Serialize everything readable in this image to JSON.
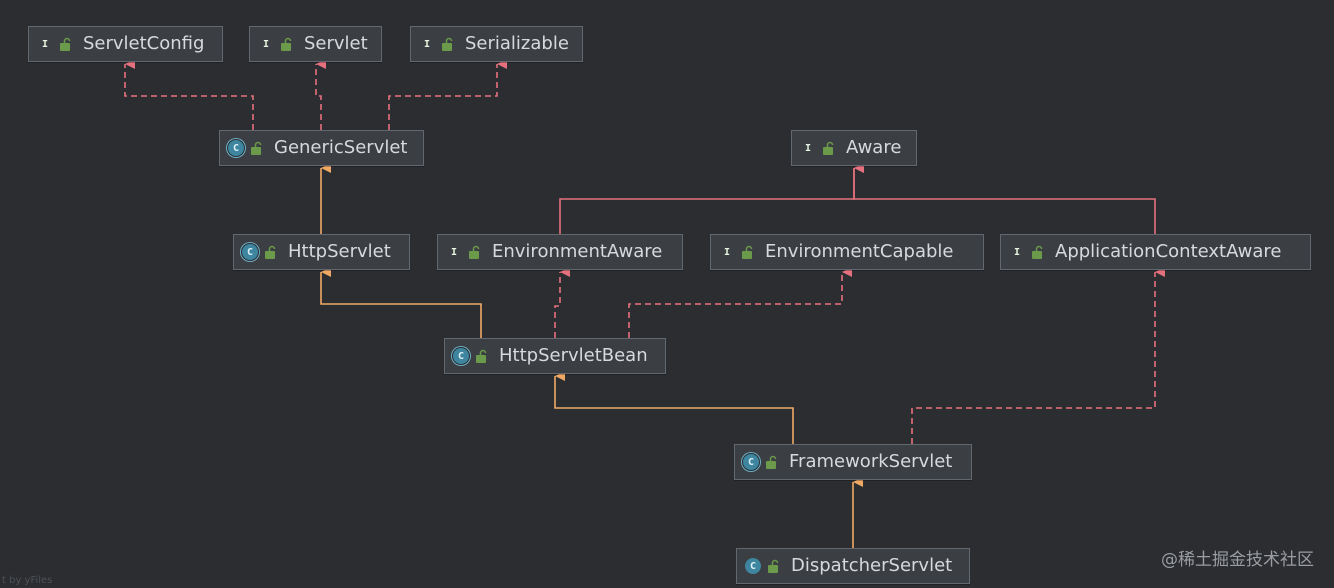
{
  "nodes": [
    {
      "id": "servletconfig",
      "label": "ServletConfig",
      "kind": "interface",
      "kind_letter": "I"
    },
    {
      "id": "servlet",
      "label": "Servlet",
      "kind": "interface",
      "kind_letter": "I"
    },
    {
      "id": "serializable",
      "label": "Serializable",
      "kind": "interface",
      "kind_letter": "I"
    },
    {
      "id": "genericservlet",
      "label": "GenericServlet",
      "kind": "abstract-class",
      "kind_letter": "C"
    },
    {
      "id": "aware",
      "label": "Aware",
      "kind": "interface",
      "kind_letter": "I"
    },
    {
      "id": "httpservlet",
      "label": "HttpServlet",
      "kind": "abstract-class",
      "kind_letter": "C"
    },
    {
      "id": "environmentaware",
      "label": "EnvironmentAware",
      "kind": "interface",
      "kind_letter": "I"
    },
    {
      "id": "environmentcapable",
      "label": "EnvironmentCapable",
      "kind": "interface",
      "kind_letter": "I"
    },
    {
      "id": "applicationcontextaware",
      "label": "ApplicationContextAware",
      "kind": "interface",
      "kind_letter": "I"
    },
    {
      "id": "httpservletbean",
      "label": "HttpServletBean",
      "kind": "abstract-class",
      "kind_letter": "C"
    },
    {
      "id": "frameworkservlet",
      "label": "FrameworkServlet",
      "kind": "abstract-class",
      "kind_letter": "C"
    },
    {
      "id": "dispatcherservlet",
      "label": "DispatcherServlet",
      "kind": "class",
      "kind_letter": "C"
    }
  ],
  "edges": [
    {
      "from": "genericservlet",
      "to": "servletconfig",
      "type": "implements"
    },
    {
      "from": "genericservlet",
      "to": "servlet",
      "type": "implements"
    },
    {
      "from": "genericservlet",
      "to": "serializable",
      "type": "implements"
    },
    {
      "from": "httpservlet",
      "to": "genericservlet",
      "type": "extends"
    },
    {
      "from": "environmentaware",
      "to": "aware",
      "type": "extends-interface"
    },
    {
      "from": "applicationcontextaware",
      "to": "aware",
      "type": "extends-interface"
    },
    {
      "from": "httpservletbean",
      "to": "httpservlet",
      "type": "extends"
    },
    {
      "from": "httpservletbean",
      "to": "environmentaware",
      "type": "implements"
    },
    {
      "from": "httpservletbean",
      "to": "environmentcapable",
      "type": "implements"
    },
    {
      "from": "frameworkservlet",
      "to": "httpservletbean",
      "type": "extends"
    },
    {
      "from": "frameworkservlet",
      "to": "applicationcontextaware",
      "type": "implements"
    },
    {
      "from": "dispatcherservlet",
      "to": "frameworkservlet",
      "type": "extends"
    }
  ],
  "colors": {
    "implements": "#e5717e",
    "extends": "#f0a965",
    "extends-interface": "#e5717e",
    "node_bg": "#3b3f43",
    "node_border": "#626870",
    "background": "#2b2d30"
  },
  "watermark": "@稀土掘金技术社区",
  "footer": "t by yFiles"
}
